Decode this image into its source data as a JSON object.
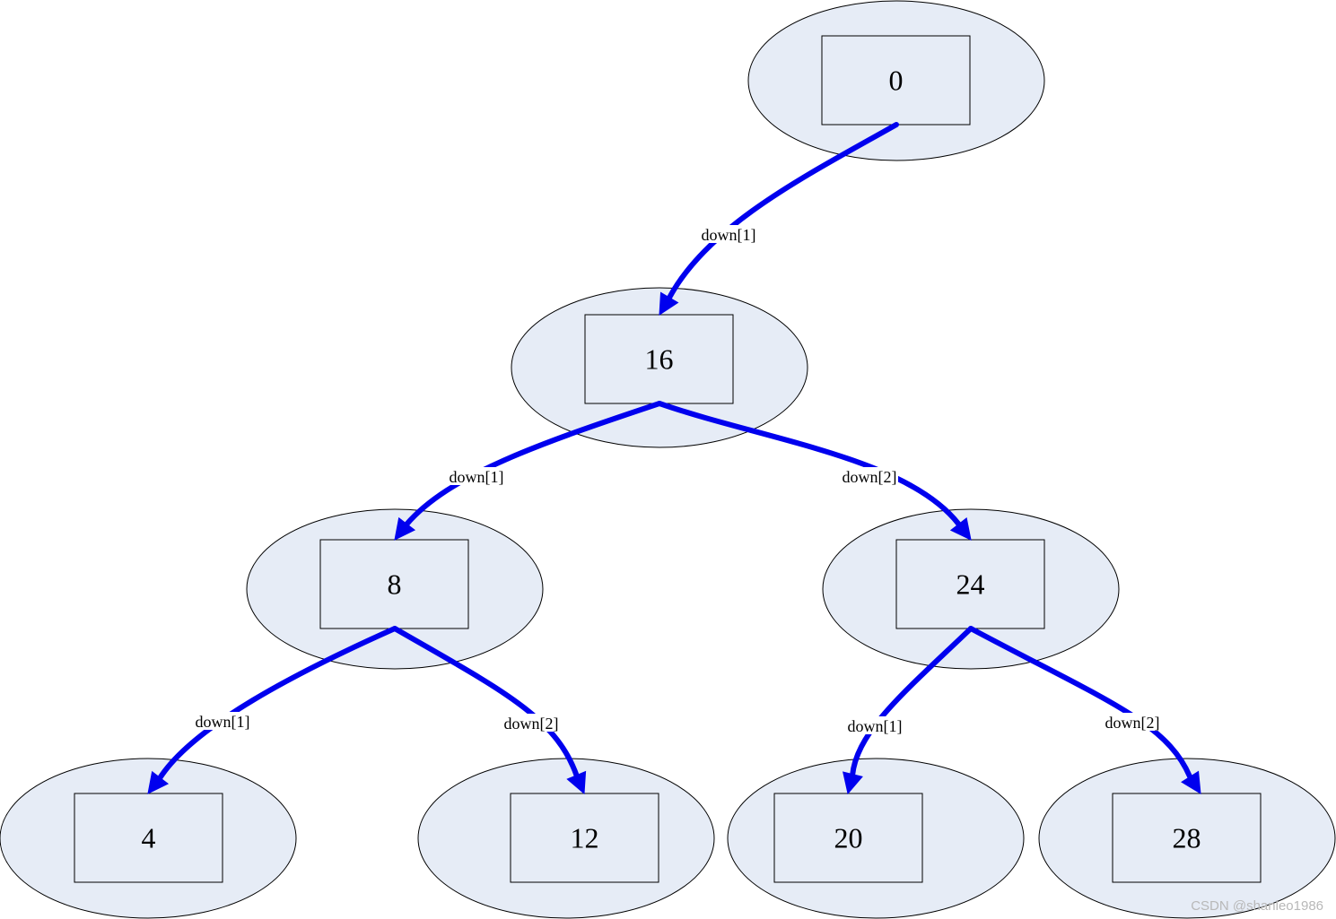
{
  "diagram": {
    "nodes": [
      {
        "id": "n0",
        "label": "0"
      },
      {
        "id": "n16",
        "label": "16"
      },
      {
        "id": "n8",
        "label": "8"
      },
      {
        "id": "n24",
        "label": "24"
      },
      {
        "id": "n4",
        "label": "4"
      },
      {
        "id": "n12",
        "label": "12"
      },
      {
        "id": "n20",
        "label": "20"
      },
      {
        "id": "n28",
        "label": "28"
      }
    ],
    "edges": [
      {
        "from": "n0",
        "to": "n16",
        "label": "down[1]"
      },
      {
        "from": "n16",
        "to": "n8",
        "label": "down[1]"
      },
      {
        "from": "n16",
        "to": "n24",
        "label": "down[2]"
      },
      {
        "from": "n8",
        "to": "n4",
        "label": "down[1]"
      },
      {
        "from": "n8",
        "to": "n12",
        "label": "down[2]"
      },
      {
        "from": "n24",
        "to": "n20",
        "label": "down[1]"
      },
      {
        "from": "n24",
        "to": "n28",
        "label": "down[2]"
      }
    ],
    "colors": {
      "ellipse_fill": "#e6ecf6",
      "ellipse_stroke": "#000000",
      "box_stroke": "#000000",
      "arrow": "#0000ee"
    }
  },
  "watermark": "CSDN @shanleo1986"
}
